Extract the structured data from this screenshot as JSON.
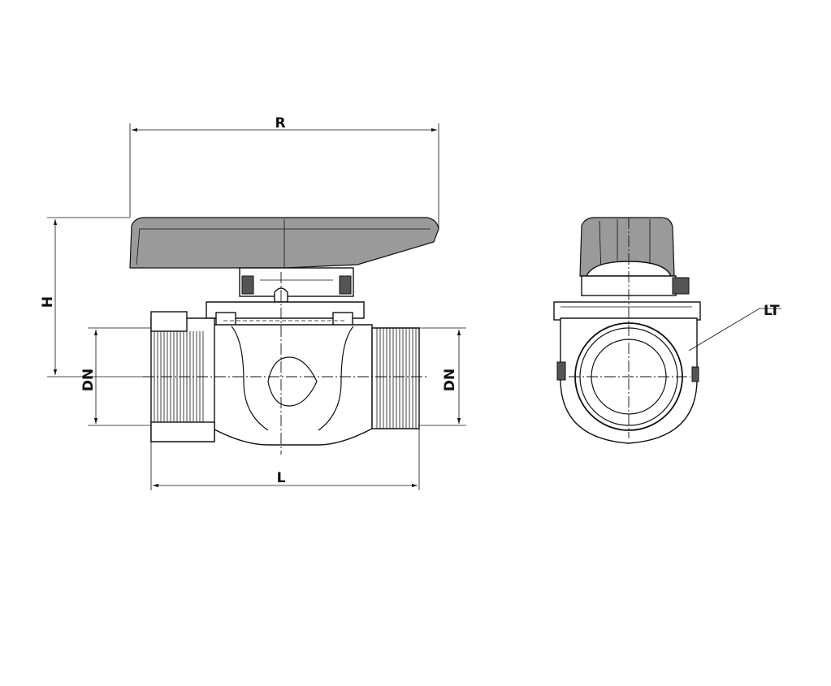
{
  "labels": {
    "R": "R",
    "H": "H",
    "DN_left": "DN",
    "DN_right": "DN",
    "L": "L",
    "LT": "LT"
  }
}
